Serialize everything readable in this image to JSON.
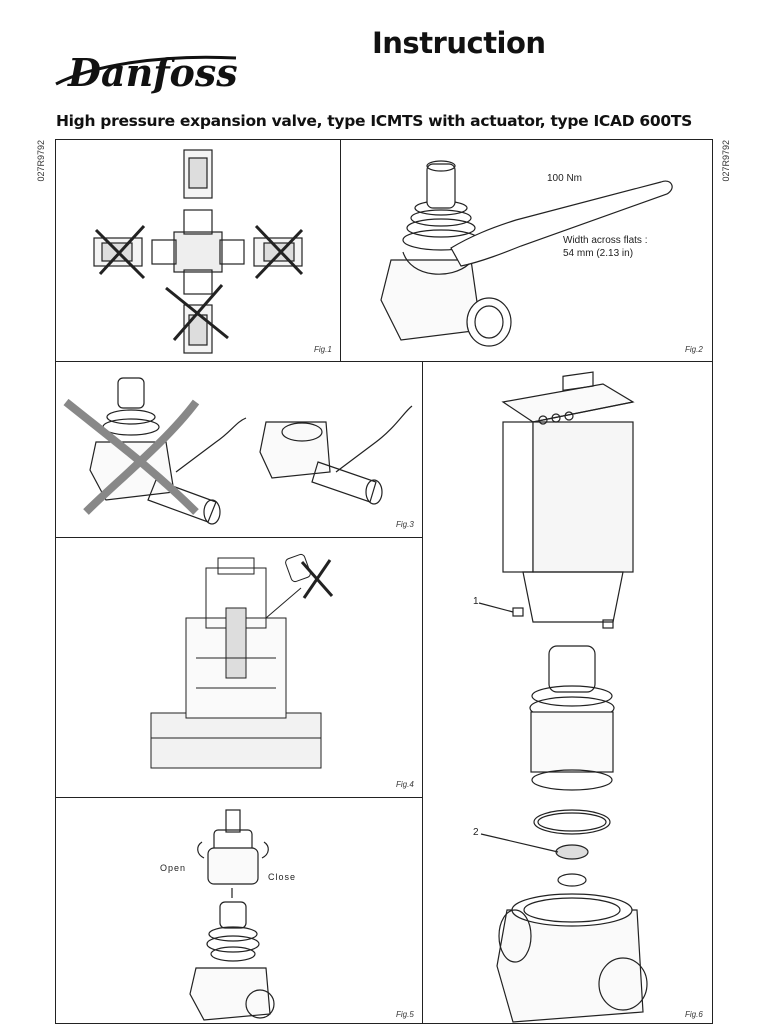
{
  "header": {
    "brand": "Danfoss",
    "title": "Instruction",
    "subtitle": "High pressure expansion valve, type ICMTS with actuator, type ICAD 600TS",
    "doc_number": "027R9792"
  },
  "figures": {
    "fig1": {
      "label": "Fig.1"
    },
    "fig2": {
      "label": "Fig.2",
      "torque": "100 Nm",
      "flats_line1": "Width across flats :",
      "flats_line2": "54 mm (2.13 in)"
    },
    "fig3": {
      "label": "Fig.3"
    },
    "fig4": {
      "label": "Fig.4"
    },
    "fig5": {
      "label": "Fig.5",
      "open": "Open",
      "close": "Close"
    },
    "fig6": {
      "label": "Fig.6",
      "callout1": "1",
      "callout2": "2"
    }
  }
}
